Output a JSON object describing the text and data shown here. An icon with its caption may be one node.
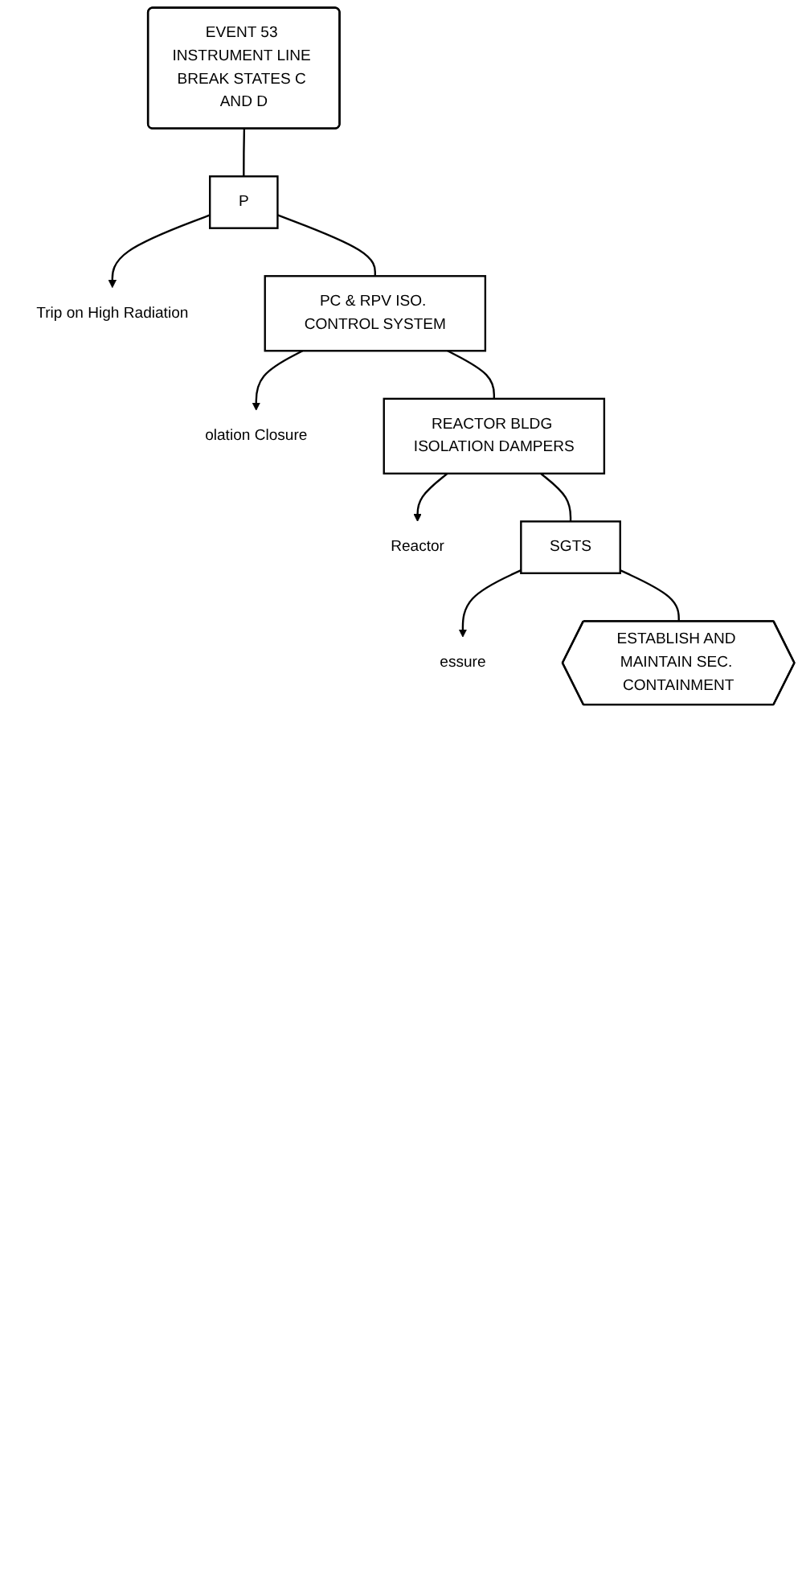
{
  "diagram": {
    "nodes": [
      {
        "text": [
          "EVENT 53 INSTRUMENT LINE BREAK STATES C AND D"
        ]
      },
      {
        "text": [
          "P"
        ]
      },
      {
        "text": [
          "Trip on High Radiation"
        ]
      },
      {
        "text": [
          "PC & RPV ISO. CONTROL SYSTEM"
        ]
      },
      {
        "text": [
          "olation Closure"
        ]
      },
      {
        "text": [
          "REACTOR BLDG ISOLATION DAMPERS"
        ]
      },
      {
        "text": [
          "Reactor"
        ]
      },
      {
        "text": [
          "SGTS"
        ]
      },
      {
        "text": [
          "essure"
        ]
      },
      {
        "text": [
          "ESTABLISH AND MAINTAIN SEC. CONTAINMENT"
        ]
      }
    ],
    "edges": [
      {
        "from": 0,
        "to": 1,
        "arrow": "none"
      },
      {
        "from": 1,
        "to": 2,
        "arrow": "to"
      },
      {
        "from": 1,
        "to": 3,
        "arrow": "none"
      },
      {
        "from": 3,
        "to": 4,
        "arrow": "to"
      },
      {
        "from": 3,
        "to": 5,
        "arrow": "none"
      },
      {
        "from": 5,
        "to": 6,
        "arrow": "to"
      },
      {
        "from": 5,
        "to": 7,
        "arrow": "none"
      },
      {
        "from": 7,
        "to": 8,
        "arrow": "to"
      },
      {
        "from": 7,
        "to": 9,
        "arrow": "none"
      }
    ]
  }
}
